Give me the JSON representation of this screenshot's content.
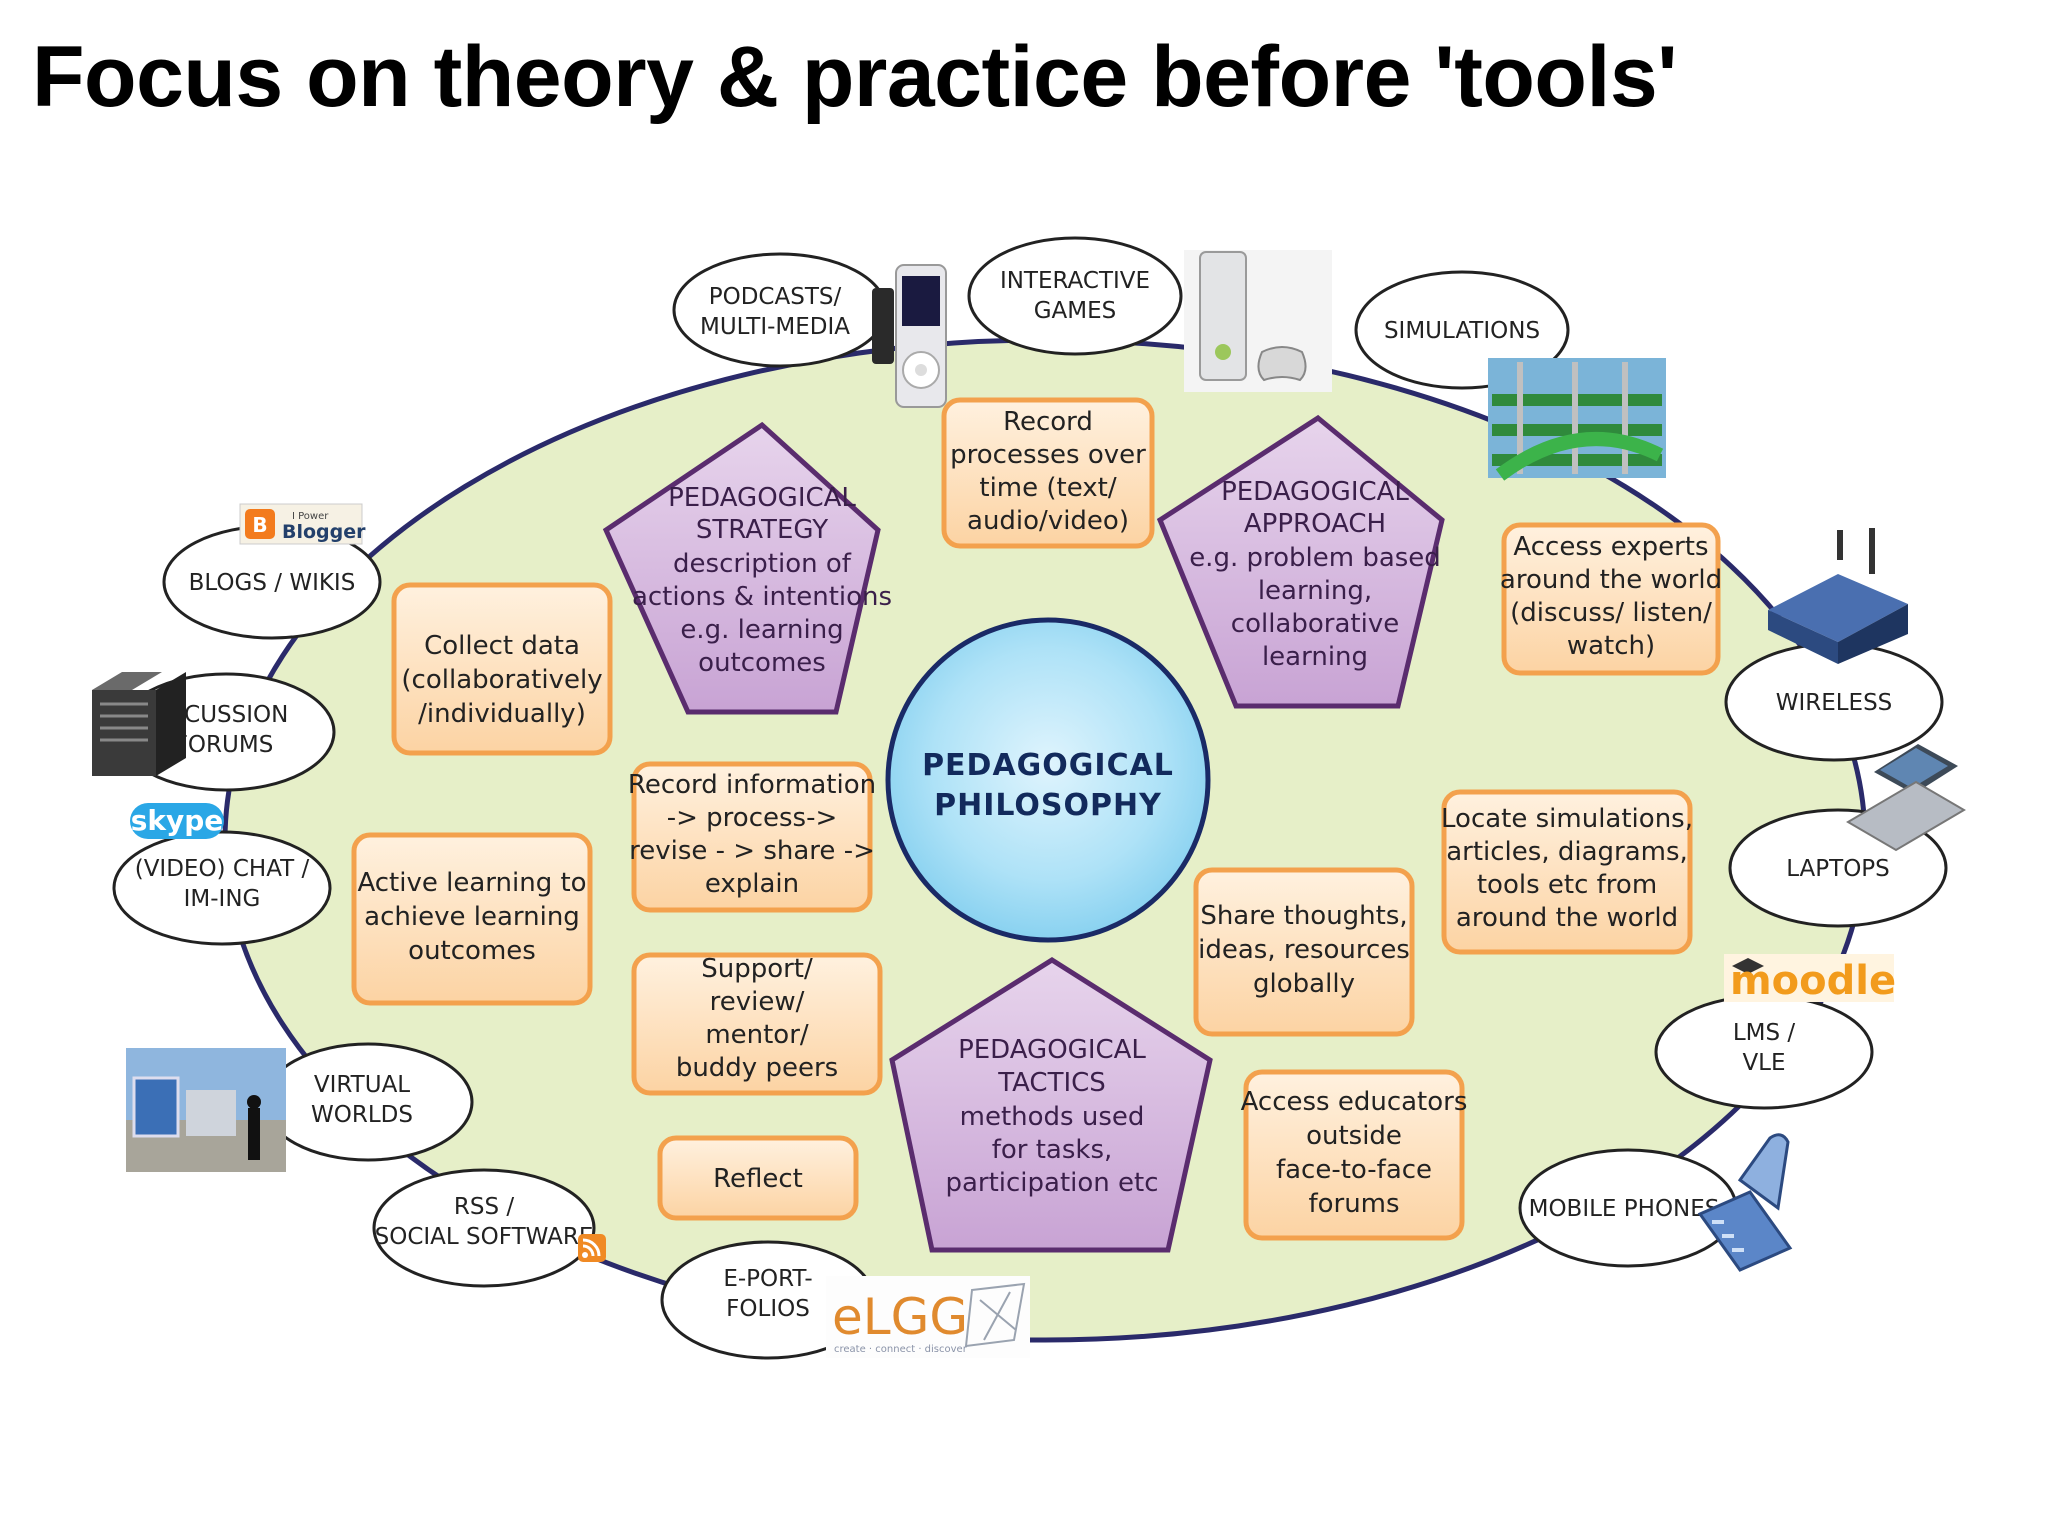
{
  "title": "Focus on theory & practice before 'tools'",
  "center": [
    "PEDAGOGICAL",
    "PHILOSOPHY"
  ],
  "pentagons": {
    "strategy": [
      "PEDAGOGICAL",
      "STRATEGY",
      "description of",
      "actions & intentions",
      "e.g. learning",
      "outcomes"
    ],
    "approach": [
      "PEDAGOGICAL",
      "APPROACH",
      "e.g. problem based",
      "learning,",
      "collaborative",
      "learning"
    ],
    "tactics": [
      "PEDAGOGICAL",
      "TACTICS",
      "methods used",
      "for tasks,",
      "participation etc"
    ]
  },
  "activities": {
    "record_processes": [
      "Record",
      "processes over",
      "time (text/",
      "audio/video)"
    ],
    "collect_data": [
      "Collect data",
      "(collaboratively",
      "/individually)"
    ],
    "record_information": [
      "Record information",
      "-> process->",
      "revise - > share ->",
      "explain"
    ],
    "active_learning": [
      "Active learning to",
      "achieve learning",
      "outcomes"
    ],
    "support_peers": [
      "Support/",
      "review/",
      "mentor/",
      "buddy peers"
    ],
    "reflect": [
      "Reflect"
    ],
    "access_experts": [
      "Access experts",
      "around the world",
      "(discuss/ listen/",
      "watch)"
    ],
    "locate_simulations": [
      "Locate simulations,",
      "articles, diagrams,",
      "tools etc from",
      "around the world"
    ],
    "share_thoughts": [
      "Share thoughts,",
      "ideas, resources",
      "globally"
    ],
    "access_educators": [
      "Access educators",
      "outside",
      "face-to-face",
      "forums"
    ]
  },
  "tools": {
    "podcasts": [
      "PODCASTS/",
      "MULTI-MEDIA"
    ],
    "games": [
      "INTERACTIVE",
      "GAMES"
    ],
    "simulations": [
      "SIMULATIONS"
    ],
    "blogs": [
      "BLOGS / WIKIS"
    ],
    "forums": [
      "DICUSSION",
      "FORUMS"
    ],
    "chat": [
      "(VIDEO) CHAT /",
      "IM-ING"
    ],
    "virtual_worlds": [
      "VIRTUAL",
      "WORLDS"
    ],
    "rss": [
      "RSS /",
      "SOCIAL SOFTWARE"
    ],
    "eportfolios": [
      "E-PORT-",
      "FOLIOS"
    ],
    "wireless": [
      "WIRELESS"
    ],
    "laptops": [
      "LAPTOPS"
    ],
    "lms": [
      "LMS /",
      "VLE"
    ],
    "mobile": [
      "MOBILE PHONES"
    ]
  },
  "logos": {
    "blogger_small": "I Power",
    "blogger": "Blogger",
    "skype": "skype",
    "moodle": "moodle",
    "elgg": "eLGG",
    "elgg_tagline": "create · connect · discover"
  },
  "colors": {
    "ellipse_fill": "#e6efc8",
    "box_fill": "#fde3c4",
    "box_border": "#f3a14d",
    "pentagon_fill": "#d3b6dd",
    "pentagon_border": "#5a2c6e",
    "center_fill": "#aee2f7"
  }
}
